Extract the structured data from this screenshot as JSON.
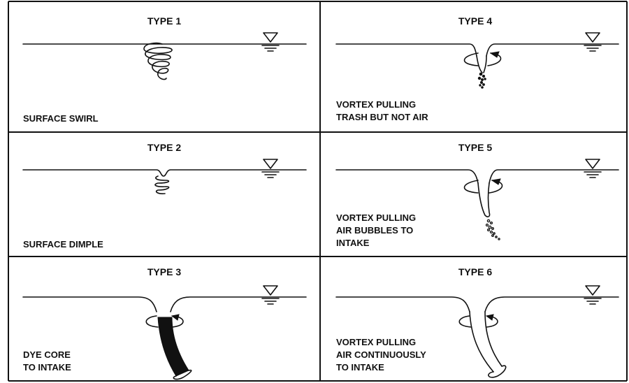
{
  "cells": [
    {
      "title": "TYPE 1",
      "caption": [
        "SURFACE SWIRL"
      ]
    },
    {
      "title": "TYPE 2",
      "caption": [
        "SURFACE DIMPLE"
      ]
    },
    {
      "title": "TYPE 3",
      "caption": [
        "DYE CORE",
        "TO INTAKE"
      ]
    },
    {
      "title": "TYPE 4",
      "caption": [
        "VORTEX PULLING",
        "TRASH BUT NOT AIR"
      ]
    },
    {
      "title": "TYPE 5",
      "caption": [
        "VORTEX PULLING",
        "AIR BUBBLES TO",
        "INTAKE"
      ]
    },
    {
      "title": "TYPE 6",
      "caption": [
        "VORTEX PULLING",
        "AIR CONTINUOUSLY",
        "TO INTAKE"
      ]
    }
  ],
  "icons": {
    "water_level": "water-surface-triangle-icon"
  }
}
